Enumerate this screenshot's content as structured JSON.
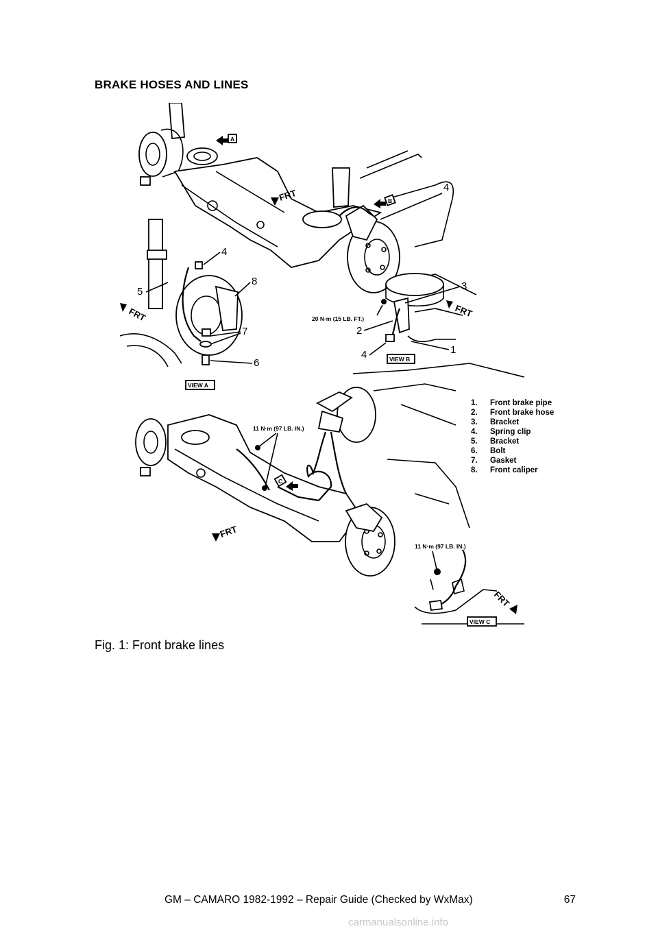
{
  "section_title": "BRAKE HOSES AND LINES",
  "figure": {
    "caption": "Fig. 1: Front brake lines",
    "view_labels": [
      "VIEW A",
      "VIEW B",
      "VIEW C"
    ],
    "view_markers": [
      "A",
      "B",
      "C"
    ],
    "direction_label": "FRT",
    "callouts": [
      "1",
      "2",
      "3",
      "4",
      "5",
      "6",
      "7",
      "8"
    ],
    "torque": {
      "view_b": "20 N·m (15 LB. FT.)",
      "main": "11 N·m (97 LB. IN.)",
      "view_c": "11 N·m (97 LB. IN.)"
    },
    "legend": [
      {
        "num": "1.",
        "text": "Front brake pipe"
      },
      {
        "num": "2.",
        "text": "Front brake hose"
      },
      {
        "num": "3.",
        "text": "Bracket"
      },
      {
        "num": "4.",
        "text": "Spring clip"
      },
      {
        "num": "5.",
        "text": "Bracket"
      },
      {
        "num": "6.",
        "text": "Bolt"
      },
      {
        "num": "7.",
        "text": "Gasket"
      },
      {
        "num": "8.",
        "text": "Front caliper"
      }
    ]
  },
  "footer": {
    "text": "GM – CAMARO 1982-1992 – Repair Guide (Checked by WxMax)",
    "page": "67"
  },
  "watermark": "carmanualsonline.info"
}
